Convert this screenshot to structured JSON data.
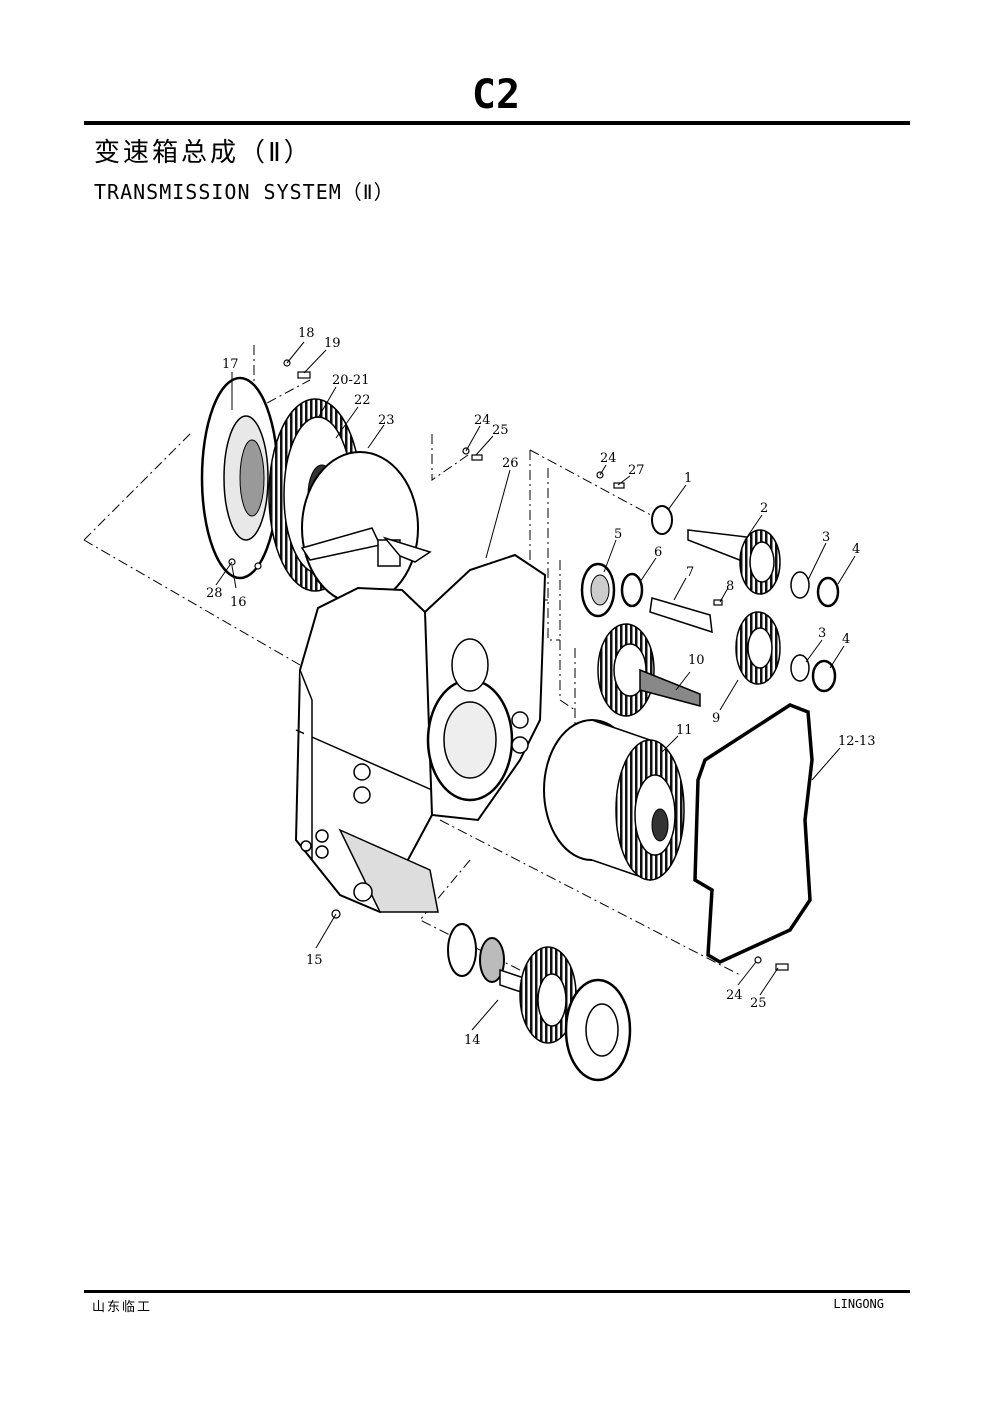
{
  "page": {
    "code": "C2",
    "title_cn": "变速箱总成（Ⅱ）",
    "title_en": "TRANSMISSION SYSTEM（Ⅱ）"
  },
  "parts": [
    {
      "ref": "1"
    },
    {
      "ref": "2"
    },
    {
      "ref": "3"
    },
    {
      "ref": "4"
    },
    {
      "ref": "5"
    },
    {
      "ref": "6"
    },
    {
      "ref": "7"
    },
    {
      "ref": "8"
    },
    {
      "ref": "9"
    },
    {
      "ref": "10"
    },
    {
      "ref": "11"
    },
    {
      "ref": "12-13"
    },
    {
      "ref": "14"
    },
    {
      "ref": "15"
    },
    {
      "ref": "16"
    },
    {
      "ref": "17"
    },
    {
      "ref": "18"
    },
    {
      "ref": "19"
    },
    {
      "ref": "20-21"
    },
    {
      "ref": "22"
    },
    {
      "ref": "23"
    },
    {
      "ref": "24"
    },
    {
      "ref": "25"
    },
    {
      "ref": "26"
    },
    {
      "ref": "27"
    },
    {
      "ref": "28"
    },
    {
      "ref": "3"
    },
    {
      "ref": "4"
    },
    {
      "ref": "24"
    },
    {
      "ref": "25"
    },
    {
      "ref": "24"
    }
  ],
  "footer": {
    "left": "山东临工",
    "right": "LINGONG"
  }
}
